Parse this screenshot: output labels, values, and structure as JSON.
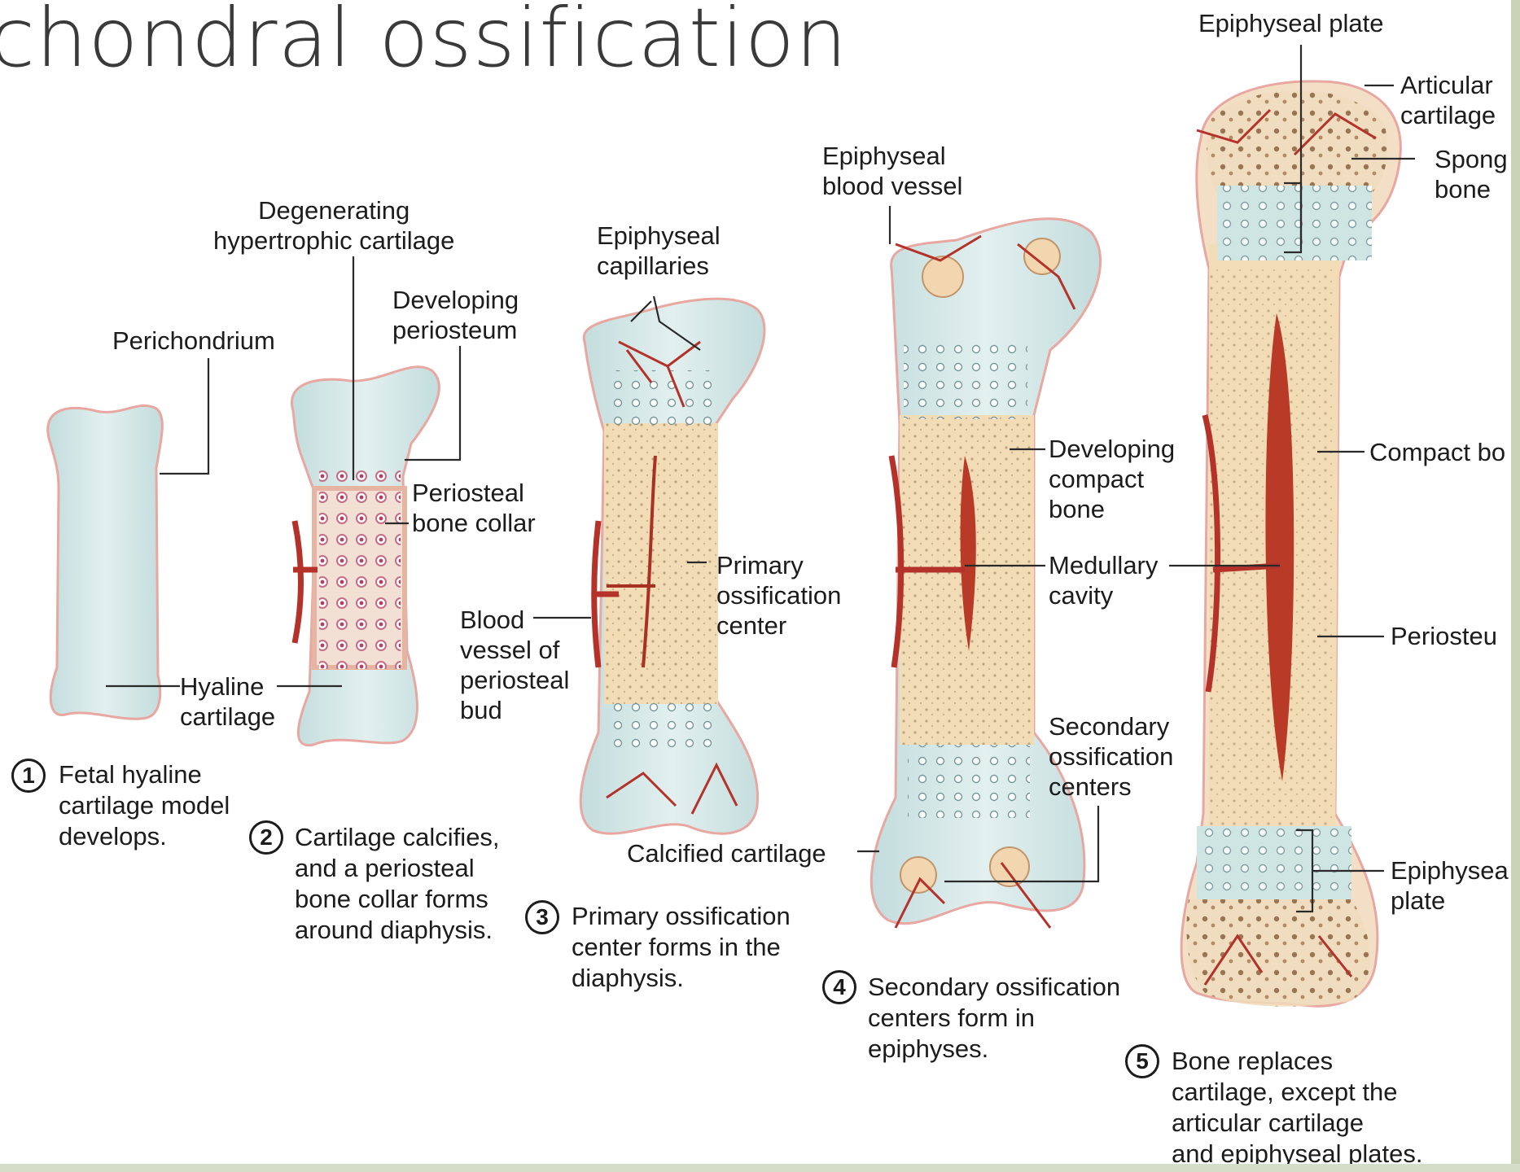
{
  "title": "chondral ossification",
  "stages": [
    {
      "number": "1",
      "caption": "Fetal hyaline\ncartilage model\ndevelops."
    },
    {
      "number": "2",
      "caption": "Cartilage calcifies,\nand a periosteal\nbone collar forms\naround diaphysis."
    },
    {
      "number": "3",
      "caption": "Primary ossification\ncenter forms in the\ndiaphysis."
    },
    {
      "number": "4",
      "caption": "Secondary ossification\ncenters form in\nepiphyses."
    },
    {
      "number": "5",
      "caption": "Bone replaces\ncartilage, except the\narticular cartilage\nand epiphyseal plates."
    }
  ],
  "labels": {
    "perichondrium": "Perichondrium",
    "hyaline_cartilage": "Hyaline\ncartilage",
    "degenerating_cartilage": "Degenerating\nhypertrophic cartilage",
    "developing_periosteum": "Developing\nperiosteum",
    "periosteal_bone_collar": "Periosteal\nbone collar",
    "epiphyseal_capillaries": "Epiphyseal\ncapillaries",
    "primary_ossification_center": "Primary\nossification\ncenter",
    "blood_vessel_bud": "Blood\nvessel of\nperiosteal\nbud",
    "calcified_cartilage": "Calcified cartilage",
    "epiphyseal_blood_vessel": "Epiphyseal\nblood vessel",
    "developing_compact_bone": "Developing\ncompact\nbone",
    "medullary_cavity": "Medullary\ncavity",
    "secondary_ossification_centers": "Secondary\nossification\ncenters",
    "epiphyseal_plate_top": "Epiphyseal plate",
    "articular_cartilage": "Articular\ncartilage",
    "spongy_bone": "Spong\nbone",
    "compact_bone": "Compact bo",
    "periosteum": "Periosteu",
    "epiphyseal_plate_bottom": "Epiphysea\nplate"
  },
  "colors": {
    "cartilage": "#d3e7e6",
    "bone": "#f1dcb6",
    "periosteum": "#ecbfae",
    "vessel": "#b4322a",
    "marrow": "#b93a26"
  }
}
